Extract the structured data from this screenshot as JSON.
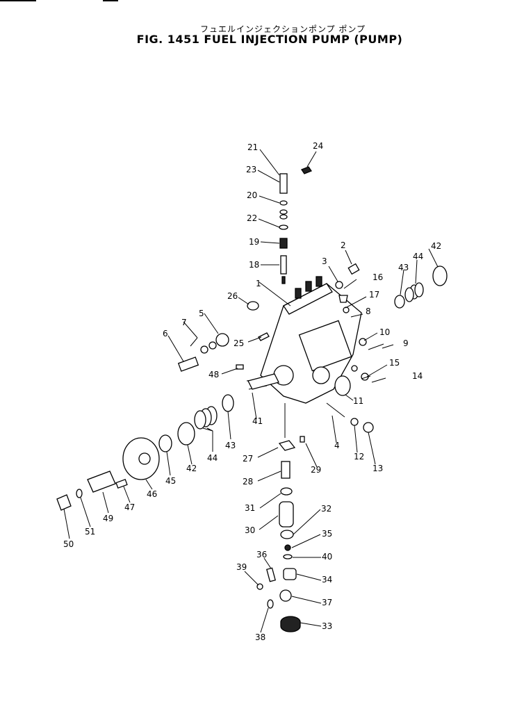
{
  "header": {
    "title_jp": "フュエルインジェクションポンプ ポンプ",
    "title_en": "FIG. 1451  FUEL INJECTION PUMP (PUMP)"
  },
  "callouts": [
    "1",
    "2",
    "3",
    "4",
    "5",
    "6",
    "7",
    "8",
    "9",
    "10",
    "11",
    "12",
    "13",
    "14",
    "15",
    "16",
    "17",
    "18",
    "19",
    "20",
    "21",
    "22",
    "23",
    "24",
    "25",
    "26",
    "27",
    "28",
    "29",
    "30",
    "31",
    "32",
    "33",
    "34",
    "35",
    "36",
    "37",
    "38",
    "39",
    "40",
    "41",
    "42",
    "42",
    "43",
    "43",
    "44",
    "44",
    "45",
    "46",
    "47",
    "48",
    "49",
    "50",
    "51"
  ],
  "colors": {
    "ink": "#000000",
    "paper": "#ffffff"
  }
}
